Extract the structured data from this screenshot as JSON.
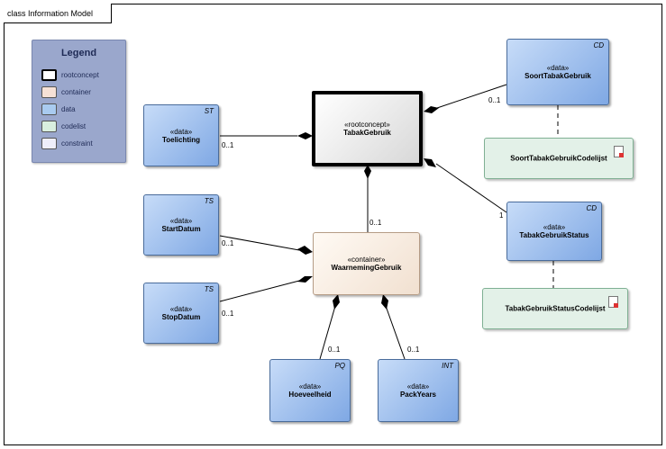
{
  "frame": {
    "title": "class Information Model"
  },
  "legend": {
    "title": "Legend",
    "items": [
      {
        "label": "rootconcept",
        "color": "#ffffff",
        "border": "#000000"
      },
      {
        "label": "container",
        "color": "#f6e1d6",
        "border": "#8f7f76"
      },
      {
        "label": "data",
        "color": "#a9cbf0",
        "border": "#50719c"
      },
      {
        "label": "codelist",
        "color": "#d9efdf",
        "border": "#6fa083"
      },
      {
        "label": "constraint",
        "color": "#eeeefa",
        "border": "#8c8ca8"
      }
    ]
  },
  "classes": {
    "root": {
      "stereo": "«rootconcept»",
      "name": "TabakGebruik"
    },
    "container": {
      "stereo": "«container»",
      "name": "WaarnemingGebruik"
    },
    "toelichting": {
      "stereo": "«data»",
      "name": "Toelichting",
      "tag": "ST"
    },
    "startdatum": {
      "stereo": "«data»",
      "name": "StartDatum",
      "tag": "TS"
    },
    "stopdatum": {
      "stereo": "«data»",
      "name": "StopDatum",
      "tag": "TS"
    },
    "hoeveelheid": {
      "stereo": "«data»",
      "name": "Hoeveelheid",
      "tag": "PQ"
    },
    "packyears": {
      "stereo": "«data»",
      "name": "PackYears",
      "tag": "INT"
    },
    "soort": {
      "stereo": "«data»",
      "name": "SoortTabakGebruik",
      "tag": "CD"
    },
    "status": {
      "stereo": "«data»",
      "name": "TabakGebruikStatus",
      "tag": "CD"
    },
    "soort_codelijst": {
      "name": "SoortTabakGebruikCodelijst"
    },
    "status_codelijst": {
      "name": "TabakGebruikStatusCodelijst"
    }
  },
  "multiplicities": {
    "toelichting": "0..1",
    "container": "0..1",
    "startdatum": "0..1",
    "stopdatum": "0..1",
    "hoeveelheid": "0..1",
    "packyears": "0..1",
    "soort": "0..1",
    "status": "1"
  }
}
